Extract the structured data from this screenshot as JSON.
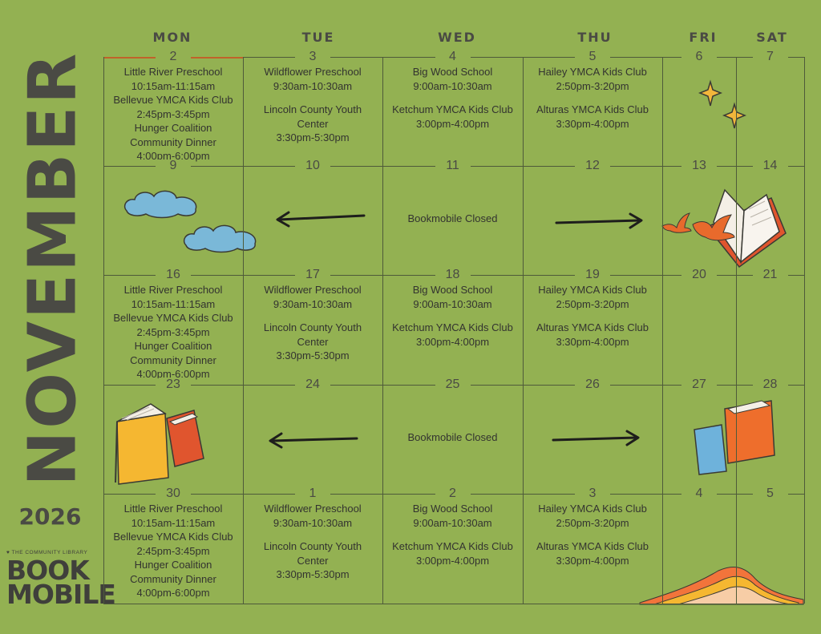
{
  "month": "NOVEMBER",
  "year": "2026",
  "branding": {
    "org": "♥ THE COMMUNITY LIBRARY",
    "line1": "BOOK",
    "line2": "MOBILE"
  },
  "weekdays": [
    "MON",
    "TUE",
    "WED",
    "THU",
    "FRI",
    "SAT"
  ],
  "weeks": [
    {
      "days": [
        "2",
        "3",
        "4",
        "5",
        "6",
        "7"
      ],
      "events": [
        [
          "Little River Preschool",
          "10:15am-11:15am",
          "Bellevue YMCA Kids Club",
          "2:45pm-3:45pm",
          "Hunger Coalition",
          "Community Dinner",
          "4:00pm-6:00pm"
        ],
        [
          "Wildflower Preschool",
          "9:30am-10:30am",
          "",
          "Lincoln County Youth",
          "Center",
          "3:30pm-5:30pm"
        ],
        [
          "Big Wood School",
          "9:00am-10:30am",
          "",
          "Ketchum YMCA Kids Club",
          "3:00pm-4:00pm"
        ],
        [
          "Hailey YMCA Kids Club",
          "2:50pm-3:20pm",
          "",
          "Alturas YMCA Kids Club",
          "3:30pm-4:00pm"
        ]
      ]
    },
    {
      "days": [
        "9",
        "10",
        "11",
        "12",
        "13",
        "14"
      ],
      "closed": "Bookmobile Closed"
    },
    {
      "days": [
        "16",
        "17",
        "18",
        "19",
        "20",
        "21"
      ],
      "events": [
        [
          "Little River Preschool",
          "10:15am-11:15am",
          "Bellevue YMCA Kids Club",
          "2:45pm-3:45pm",
          "Hunger Coalition",
          "Community Dinner",
          "4:00pm-6:00pm"
        ],
        [
          "Wildflower Preschool",
          "9:30am-10:30am",
          "",
          "Lincoln County Youth",
          "Center",
          "3:30pm-5:30pm"
        ],
        [
          "Big Wood School",
          "9:00am-10:30am",
          "",
          "Ketchum YMCA Kids Club",
          "3:00pm-4:00pm"
        ],
        [
          "Hailey YMCA Kids Club",
          "2:50pm-3:20pm",
          "",
          "Alturas YMCA Kids Club",
          "3:30pm-4:00pm"
        ]
      ]
    },
    {
      "days": [
        "23",
        "24",
        "25",
        "26",
        "27",
        "28"
      ],
      "closed": "Bookmobile Closed"
    },
    {
      "days": [
        "30",
        "1",
        "2",
        "3",
        "4",
        "5"
      ],
      "events": [
        [
          "Little River Preschool",
          "10:15am-11:15am",
          "Bellevue YMCA Kids Club",
          "2:45pm-3:45pm",
          "Hunger Coalition",
          "Community Dinner",
          "4:00pm-6:00pm"
        ],
        [
          "Wildflower Preschool",
          "9:30am-10:30am",
          "",
          "Lincoln County Youth",
          "Center",
          "3:30pm-5:30pm"
        ],
        [
          "Big Wood School",
          "9:00am-10:30am",
          "",
          "Ketchum YMCA Kids Club",
          "3:00pm-4:00pm"
        ],
        [
          "Hailey YMCA Kids Club",
          "2:50pm-3:20pm",
          "",
          "Alturas YMCA Kids Club",
          "3:30pm-4:00pm"
        ]
      ]
    }
  ],
  "colors": {
    "background": "#93b152",
    "text": "#4a4a44",
    "accent": "#c0622a"
  },
  "decorations": [
    "sparkle-icon",
    "cloud-icon",
    "left-arrow-icon",
    "right-arrow-icon",
    "open-book-icon",
    "bird-icon",
    "books-icon",
    "hills-icon"
  ]
}
